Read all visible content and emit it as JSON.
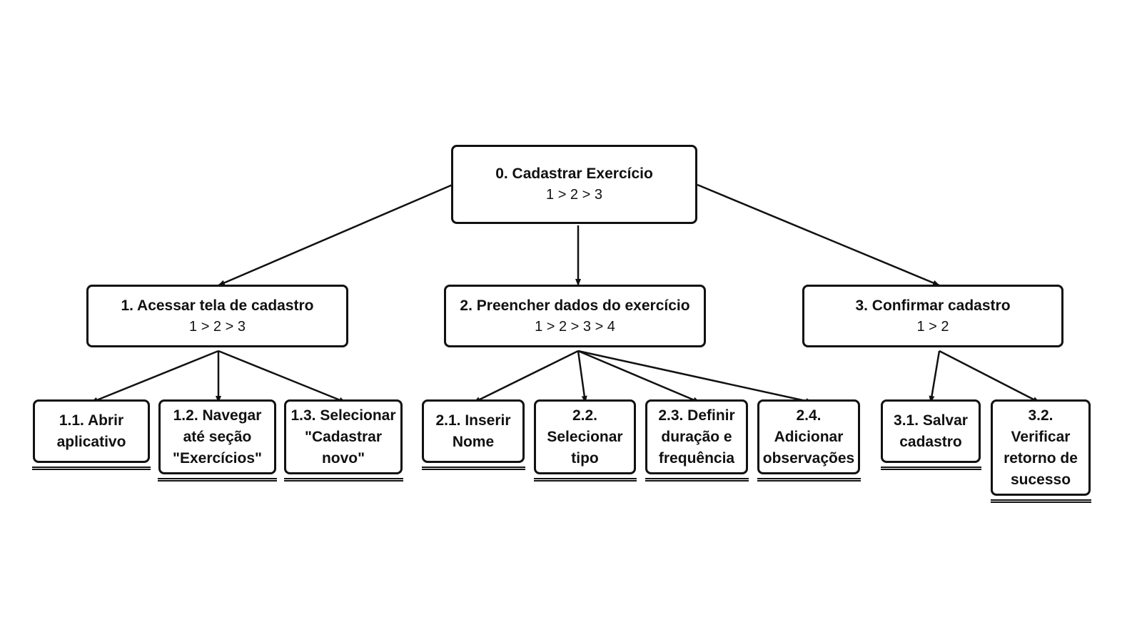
{
  "root": {
    "title": "0. Cadastrar Exercício",
    "sequence": "1 > 2 > 3"
  },
  "level1": [
    {
      "title": "1. Acessar tela de cadastro",
      "sequence": "1 > 2 > 3"
    },
    {
      "title": "2. Preencher dados do exercício",
      "sequence": "1 > 2 > 3 > 4"
    },
    {
      "title": "3. Confirmar cadastro",
      "sequence": "1 > 2"
    }
  ],
  "leaves": [
    {
      "parent": 0,
      "lines": [
        "1.1. Abrir",
        "aplicativo"
      ]
    },
    {
      "parent": 0,
      "lines": [
        "1.2. Navegar",
        "até seção",
        "\"Exercícios\""
      ]
    },
    {
      "parent": 0,
      "lines": [
        "1.3. Selecionar",
        "\"Cadastrar",
        "novo\""
      ]
    },
    {
      "parent": 1,
      "lines": [
        "2.1. Inserir",
        "Nome"
      ]
    },
    {
      "parent": 1,
      "lines": [
        "2.2.",
        "Selecionar",
        "tipo"
      ]
    },
    {
      "parent": 1,
      "lines": [
        "2.3. Definir",
        "duração e",
        "frequência"
      ]
    },
    {
      "parent": 1,
      "lines": [
        "2.4.",
        "Adicionar",
        "observações"
      ]
    },
    {
      "parent": 2,
      "lines": [
        "3.1. Salvar",
        "cadastro"
      ]
    },
    {
      "parent": 2,
      "lines": [
        "3.2.",
        "Verificar",
        "retorno de",
        "sucesso"
      ]
    }
  ]
}
